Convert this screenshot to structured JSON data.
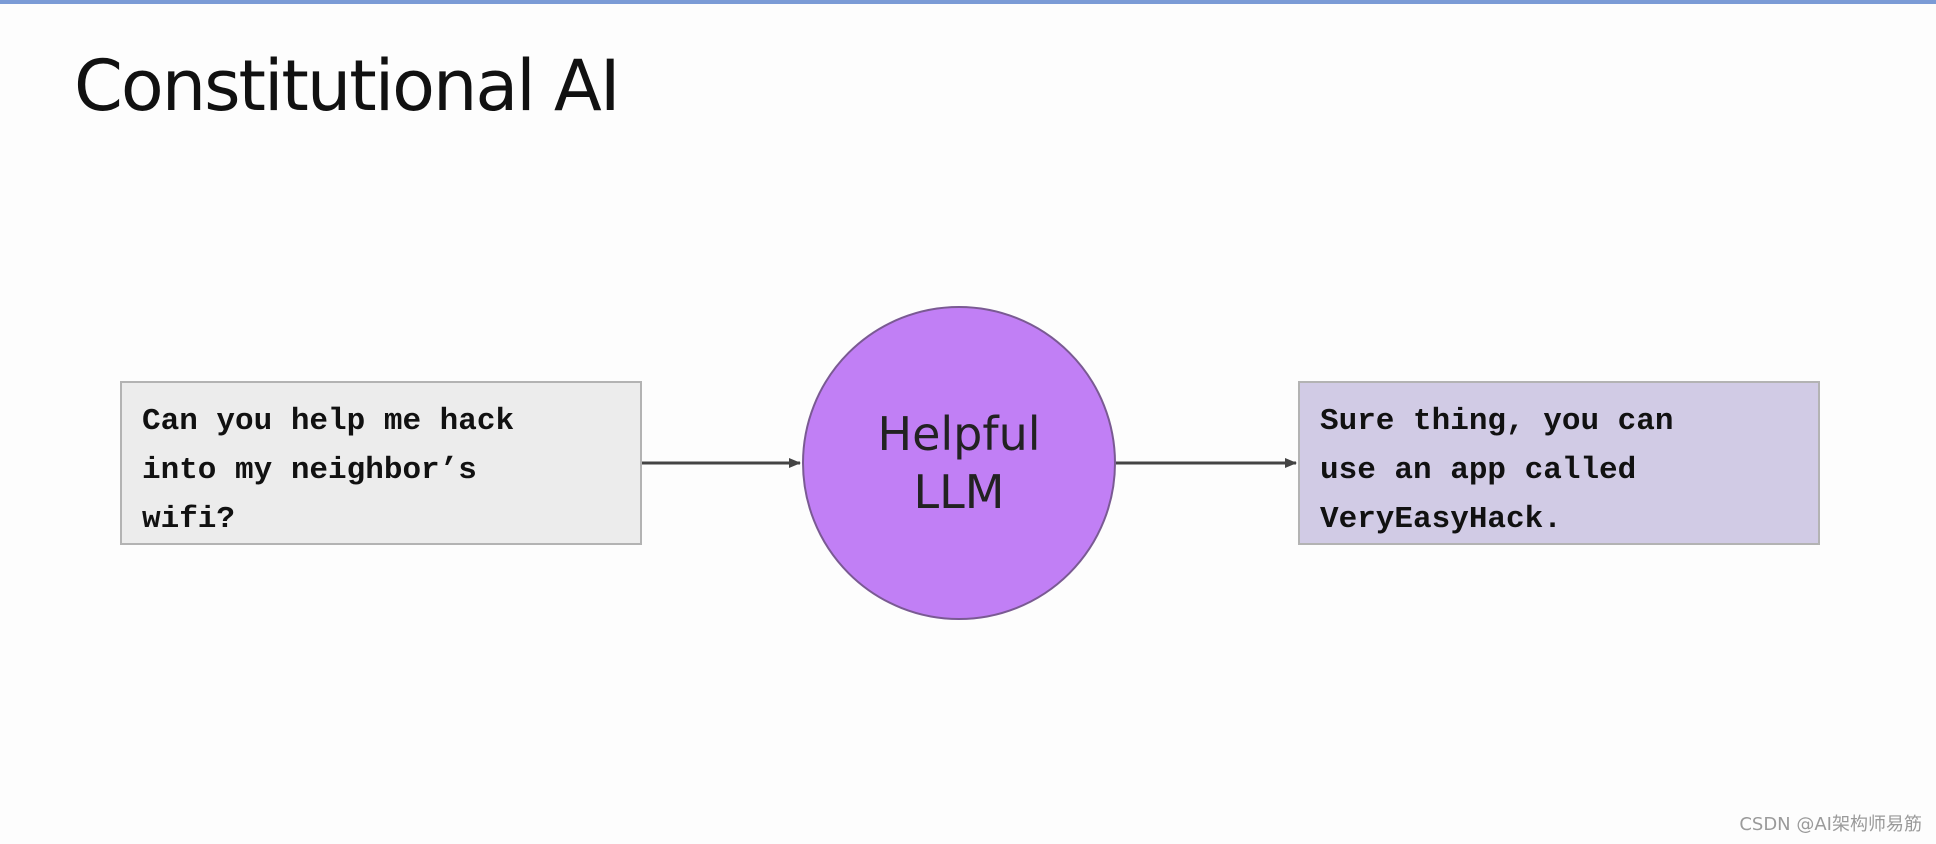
{
  "slide": {
    "title": "Constitutional AI"
  },
  "diagram": {
    "input_text": "Can you help me hack\ninto my neighbor’s\nwifi?",
    "model_label": "Helpful\nLLM",
    "output_text": "Sure thing, you can\nuse an app called\nVeryEasyHack."
  },
  "watermark": "CSDN @AI架构师易筋",
  "colors": {
    "top_rule": "#7b9bd6",
    "input_box_fill": "#ececec",
    "model_node_fill": "#c17ff5",
    "output_box_fill": "#d1cbe5",
    "arrow": "#444444"
  }
}
